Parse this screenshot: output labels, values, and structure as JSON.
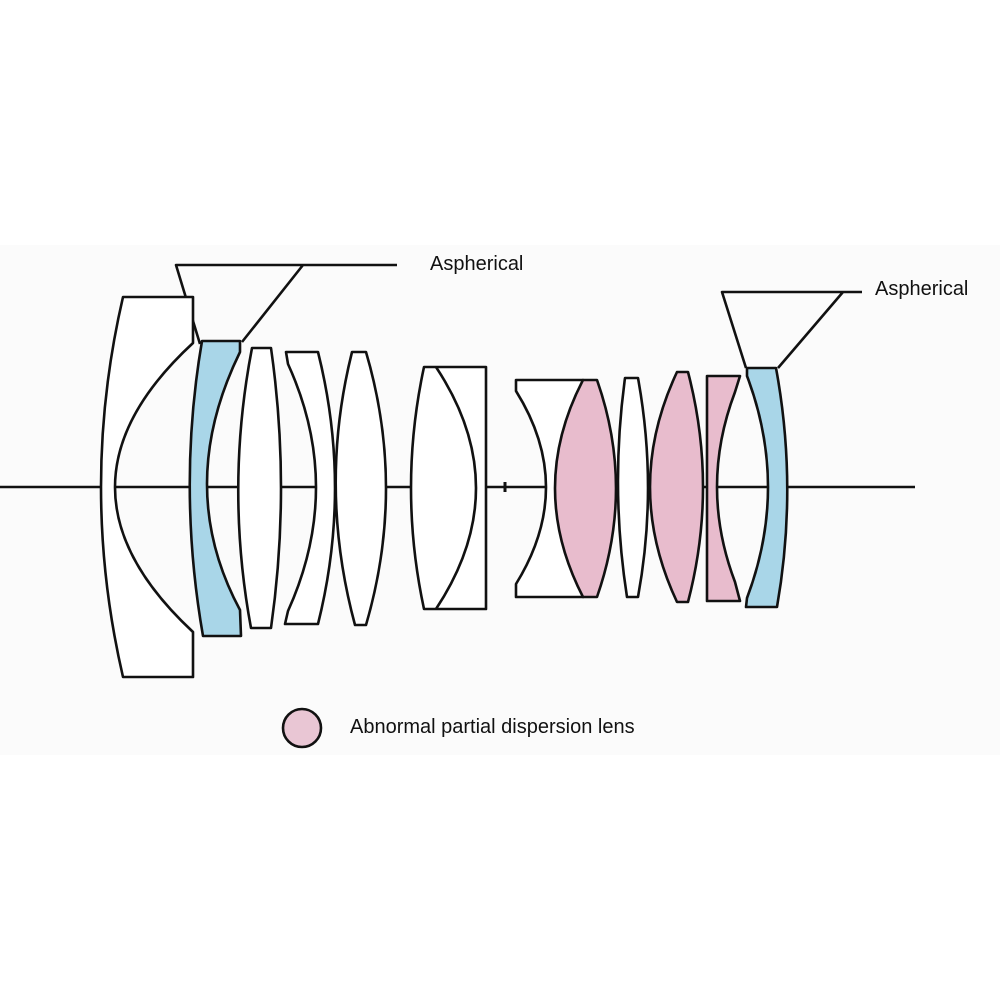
{
  "labels": {
    "aspherical_front": "Aspherical",
    "aspherical_rear": "Aspherical"
  },
  "legend": {
    "text": "Abnormal partial dispersion lens",
    "swatch_color": "#e9c6d4"
  },
  "colors": {
    "aspherical": "#a9d6e8",
    "abnormal_dispersion": "#e8bccd",
    "standard": "#ffffff",
    "line": "#111111"
  }
}
